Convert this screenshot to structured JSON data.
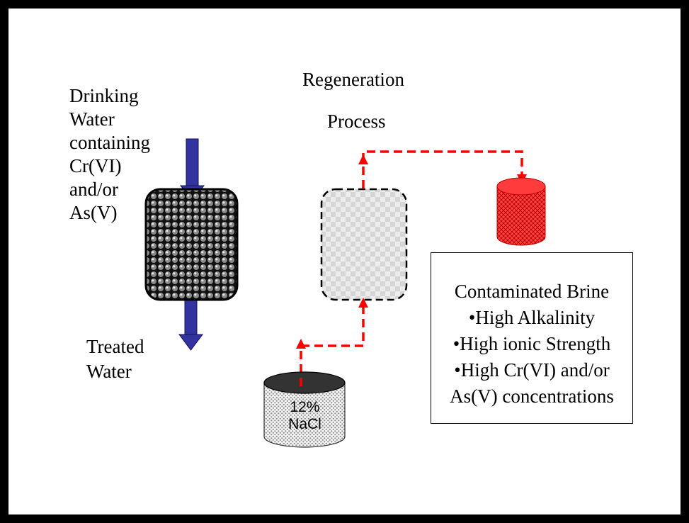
{
  "feed": {
    "lines": [
      "Drinking",
      "Water",
      "containing",
      "Cr(VI)",
      "and/or",
      "As(V)"
    ]
  },
  "treated": {
    "lines": [
      "Treated",
      "Water"
    ]
  },
  "regeneration": {
    "line1": "Regeneration",
    "line2": "Process"
  },
  "brine": {
    "title": "Contaminated Brine",
    "bullets": [
      "•High Alkalinity",
      "•High ionic Strength",
      "•High Cr(VI) and/or",
      "As(V) concentrations"
    ]
  },
  "salt_tank": {
    "line1": "12%",
    "line2": "NaCl"
  },
  "colors": {
    "flow_arrow": "#3333a0",
    "regen_flow": "#ff0000",
    "brine_tank": "#ff3b3b",
    "resin_column": "#1a1a1a"
  }
}
